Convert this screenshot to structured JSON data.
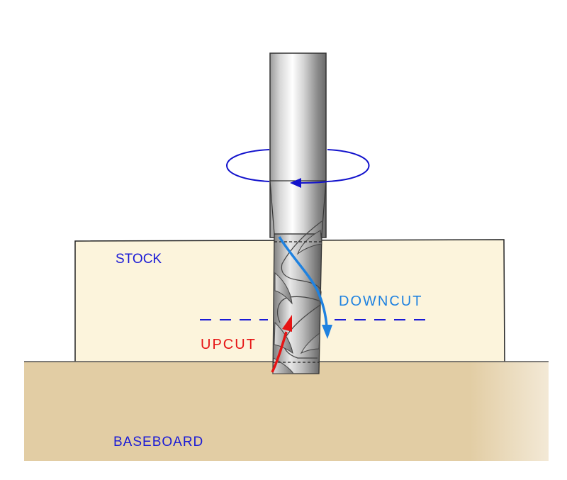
{
  "labels": {
    "stock": "STOCK",
    "baseboard": "BASEBOARD",
    "downcut": "DOWNCUT",
    "upcut": "UPCUT"
  },
  "colors": {
    "background": "#ffffff",
    "stock_fill": "#fcf4dc",
    "baseboard_fill": "#e2cda4",
    "label_blue": "#1a1ad6",
    "downcut_blue": "#1f82e0",
    "upcut_red": "#e61414",
    "rotation_arrow": "#1212cc",
    "outline": "#222222"
  },
  "icons": {
    "tool": "spiral-end-mill-icon",
    "rotation": "rotation-arrow-icon",
    "downcut": "downcut-arrow-icon",
    "upcut": "upcut-arrow-icon"
  }
}
